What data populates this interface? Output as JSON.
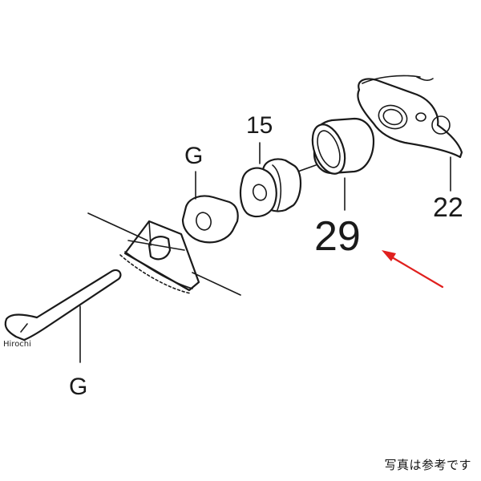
{
  "diagram": {
    "callouts": {
      "part_15": "15",
      "part_29": "29",
      "part_22": "22",
      "part_g_upper": "G",
      "part_g_lower": "G"
    },
    "watermark": "Hirochi",
    "caption": "写真は参考です"
  },
  "colors": {
    "line": "#1a1a1a",
    "arrow": "#e0201e",
    "background": "#ffffff"
  }
}
